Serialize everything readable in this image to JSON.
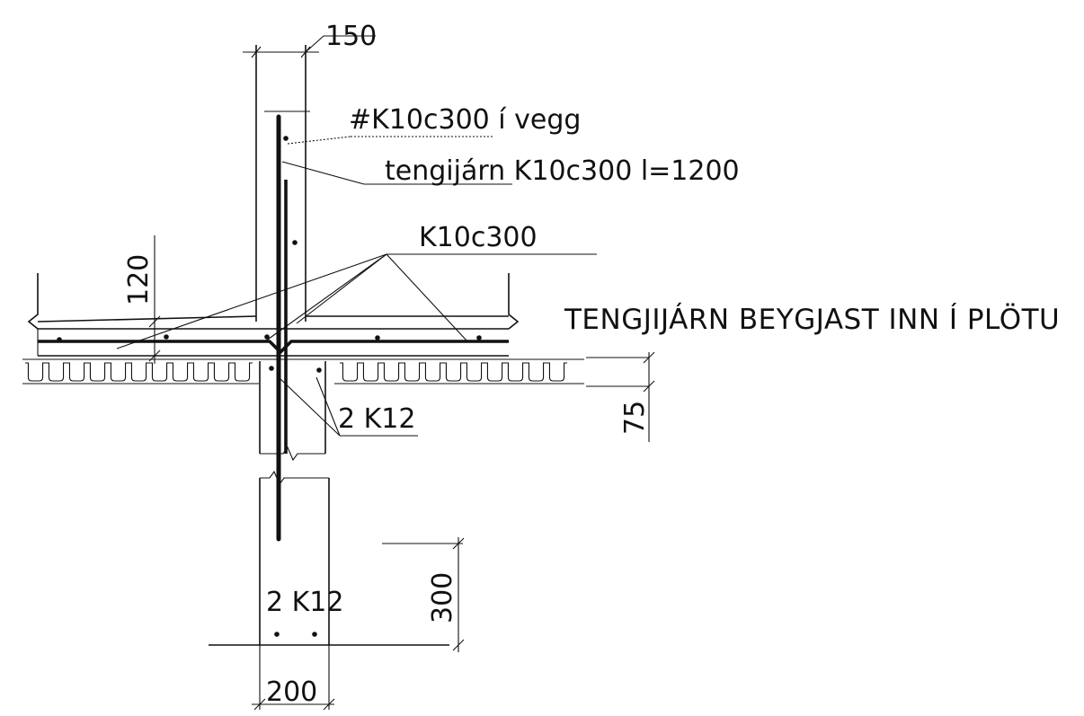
{
  "drawing": {
    "labels": {
      "wall_mesh": "#K10c300 í vegg",
      "tie_bar": "tengijárn K10c300 l=1200",
      "slab_rebar": "K10c300",
      "bend_note": "TENGJIJÁRN BEYGJAST INN Í PLÖTU",
      "beam_rebar": "2 K12",
      "footing_rebar": "2 K12"
    },
    "dimensions": {
      "wall_width": "150",
      "slab_thickness": "120",
      "deck_depth": "75",
      "footing_height": "300",
      "footing_width": "200"
    }
  }
}
